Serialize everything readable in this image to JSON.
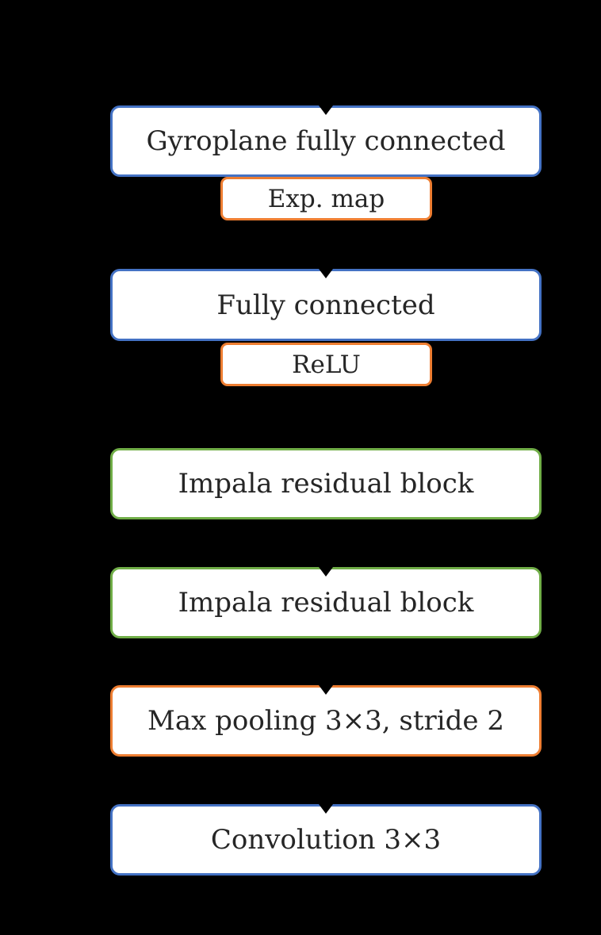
{
  "diagram": {
    "background": "#000000",
    "box_fill": "#ffffff",
    "text_color": "#262626",
    "colors": {
      "blue": "#4472c4",
      "orange": "#ed7d31",
      "green": "#70ad47",
      "connector": "#000000"
    },
    "nodes": [
      {
        "id": "gyroplane-fc",
        "label": "Gyroplane fully connected",
        "color": "blue",
        "size": "large",
        "arrow_in_top": true
      },
      {
        "id": "exp-map",
        "label": "Exp. map",
        "color": "orange",
        "size": "small",
        "arrow_in_top": false
      },
      {
        "id": "fully-connected",
        "label": "Fully connected",
        "color": "blue",
        "size": "large",
        "arrow_in_top": true
      },
      {
        "id": "relu",
        "label": "ReLU",
        "color": "orange",
        "size": "small",
        "arrow_in_top": false
      },
      {
        "id": "impala-residual-1",
        "label": "Impala residual block",
        "color": "green",
        "size": "large",
        "arrow_in_top": false
      },
      {
        "id": "impala-residual-2",
        "label": "Impala residual block",
        "color": "green",
        "size": "large",
        "arrow_in_top": true
      },
      {
        "id": "max-pooling",
        "label": "Max pooling 3×3, stride 2",
        "color": "orange",
        "size": "large",
        "arrow_in_top": true
      },
      {
        "id": "convolution",
        "label": "Convolution 3×3",
        "color": "blue",
        "size": "large",
        "arrow_in_top": true
      }
    ]
  }
}
